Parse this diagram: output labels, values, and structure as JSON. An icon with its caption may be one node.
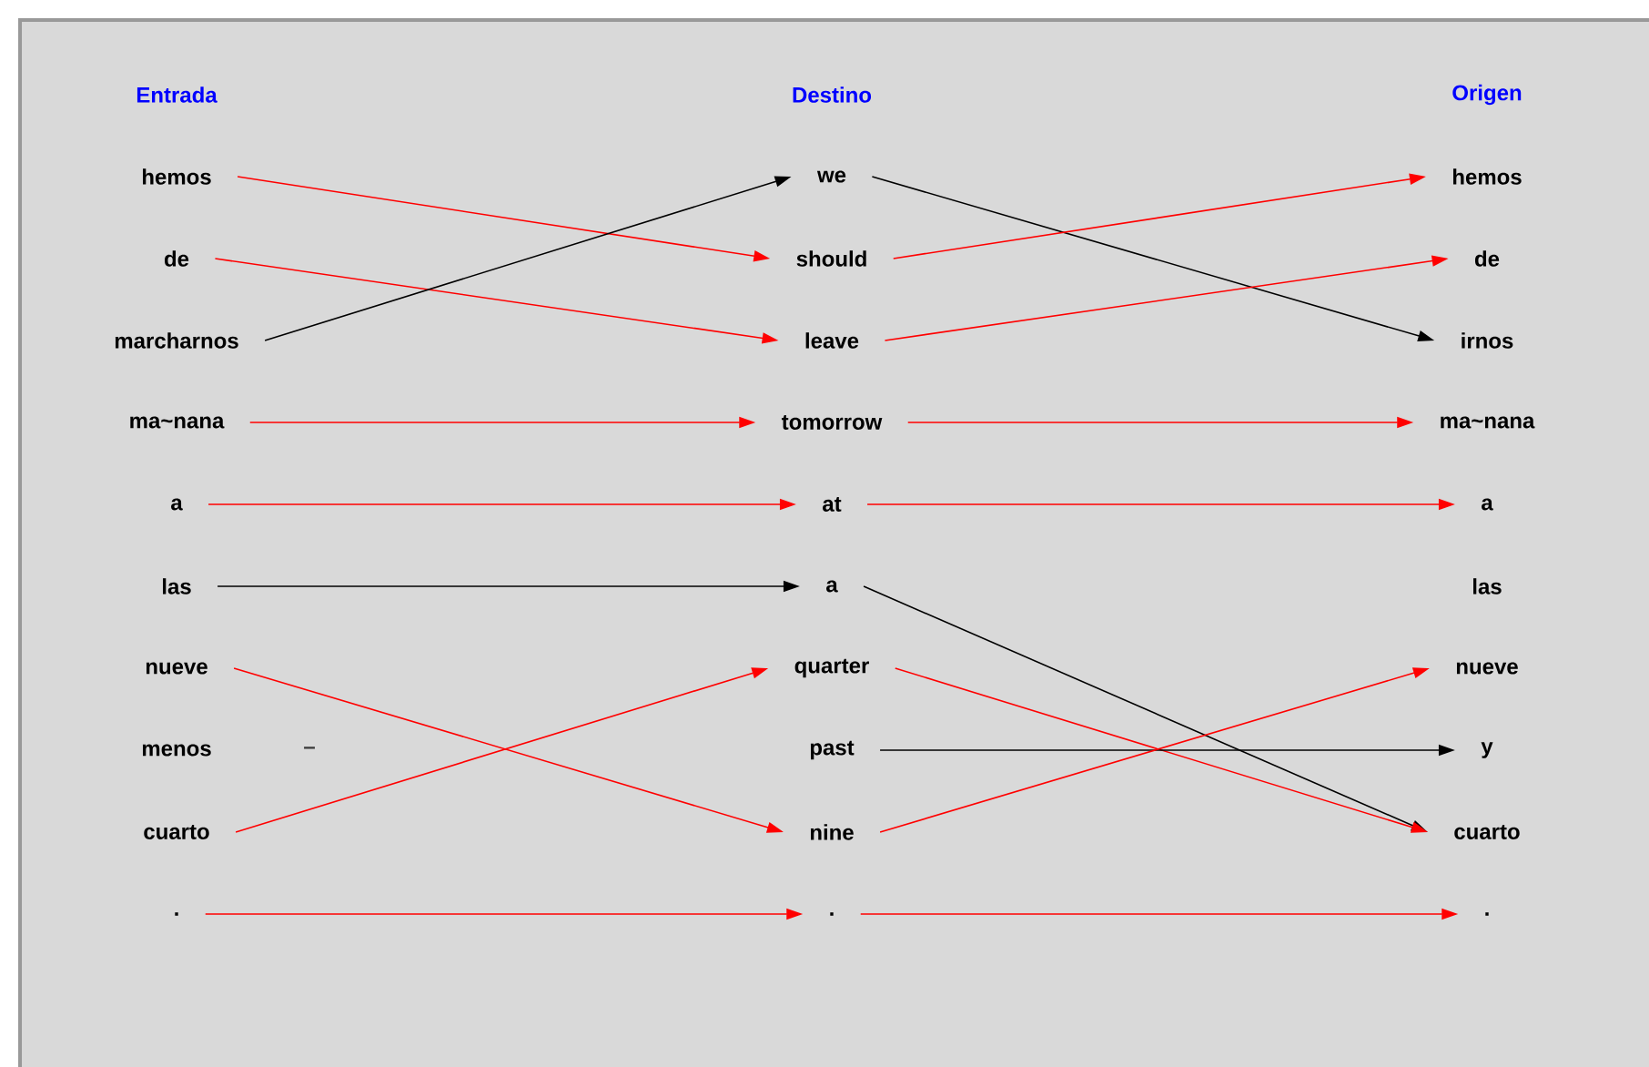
{
  "diagram": {
    "nodes": [
      {
        "text": [
          "hemos"
        ]
      },
      {
        "text": [
          "de"
        ]
      },
      {
        "text": [
          "marcharnos"
        ]
      },
      {
        "text": [
          "ma~nana"
        ]
      },
      {
        "text": [
          "a"
        ]
      },
      {
        "text": [
          "las"
        ]
      },
      {
        "text": [
          "nueve"
        ]
      },
      {
        "text": [
          "menos"
        ]
      },
      {
        "text": [
          "cuarto"
        ]
      },
      {
        "text": [
          "."
        ]
      },
      {
        "text": [
          "we"
        ]
      },
      {
        "text": [
          "should"
        ]
      },
      {
        "text": [
          "leave"
        ]
      },
      {
        "text": [
          "tomorrow"
        ]
      },
      {
        "text": [
          "at"
        ]
      },
      {
        "text": [
          "a"
        ]
      },
      {
        "text": [
          "quarter"
        ]
      },
      {
        "text": [
          "past"
        ]
      },
      {
        "text": [
          "nine"
        ]
      },
      {
        "text": [
          "."
        ]
      },
      {
        "text": [
          "hemos"
        ]
      },
      {
        "text": [
          "de"
        ]
      },
      {
        "text": [
          "irnos"
        ]
      },
      {
        "text": [
          "ma~nana"
        ]
      },
      {
        "text": [
          "a"
        ]
      },
      {
        "text": [
          "las"
        ]
      },
      {
        "text": [
          "nueve"
        ]
      },
      {
        "text": [
          "y"
        ]
      },
      {
        "text": [
          "cuarto"
        ]
      },
      {
        "text": [
          "."
        ]
      }
    ],
    "edges": [
      {
        "from": 0,
        "to": 11,
        "arrow": "to"
      },
      {
        "from": 1,
        "to": 12,
        "arrow": "to"
      },
      {
        "from": 2,
        "to": 10,
        "arrow": "to",
        "color": "#000000"
      },
      {
        "from": 3,
        "to": 13,
        "arrow": "to"
      },
      {
        "from": 4,
        "to": 14,
        "arrow": "to"
      },
      {
        "from": 5,
        "to": 15,
        "arrow": "to",
        "color": "#000000"
      },
      {
        "from": 6,
        "to": 18,
        "arrow": "to"
      },
      {
        "from": 8,
        "to": 16,
        "arrow": "to"
      },
      {
        "from": 9,
        "to": 19,
        "arrow": "to"
      },
      {
        "from": 10,
        "to": 22,
        "arrow": "to",
        "color": "#000000"
      },
      {
        "from": 11,
        "to": 20,
        "arrow": "to"
      },
      {
        "from": 12,
        "to": 21,
        "arrow": "to"
      },
      {
        "from": 13,
        "to": 23,
        "arrow": "to"
      },
      {
        "from": 14,
        "to": 24,
        "arrow": "to"
      },
      {
        "from": 15,
        "to": 28,
        "arrow": "to",
        "color": "#000000"
      },
      {
        "from": 16,
        "to": 28,
        "arrow": "to"
      },
      {
        "from": 17,
        "to": 27,
        "arrow": "to",
        "color": "#000000"
      },
      {
        "from": 18,
        "to": 26,
        "arrow": "to"
      },
      {
        "from": 19,
        "to": 29,
        "arrow": "to"
      }
    ],
    "labels": [
      "Entrada",
      "Destino",
      "Origen",
      "–"
    ]
  }
}
